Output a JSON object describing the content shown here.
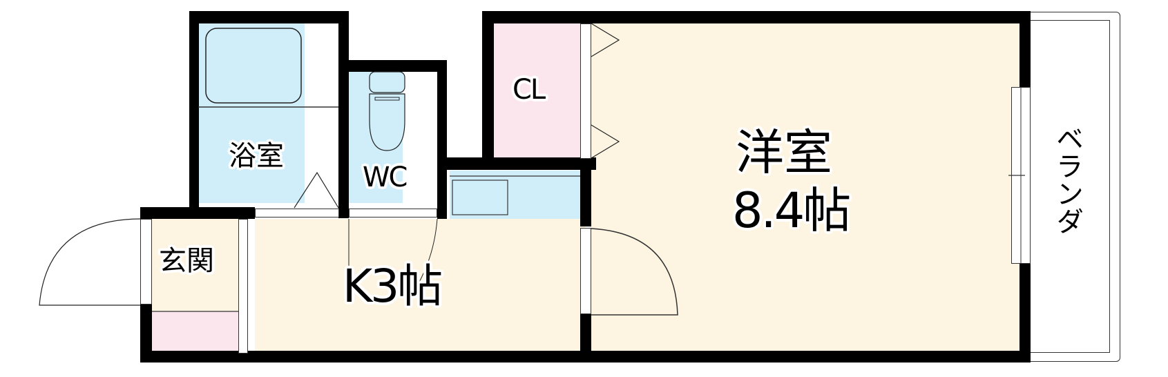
{
  "floorplan": {
    "rooms": {
      "bath": {
        "label": "浴室"
      },
      "wc": {
        "label": "WC"
      },
      "closet": {
        "label": "CL"
      },
      "western_room": {
        "label_line1": "洋室",
        "label_line2": "8.4帖"
      },
      "kitchen": {
        "label": "K3帖"
      },
      "entrance": {
        "label": "玄関"
      },
      "veranda": {
        "label": "ベランダ"
      }
    },
    "colors": {
      "wet_area": "#d0eefa",
      "living_area": "#fdf5e2",
      "storage_area": "#fbe6ee",
      "wall": "#000000",
      "background": "#ffffff"
    }
  }
}
